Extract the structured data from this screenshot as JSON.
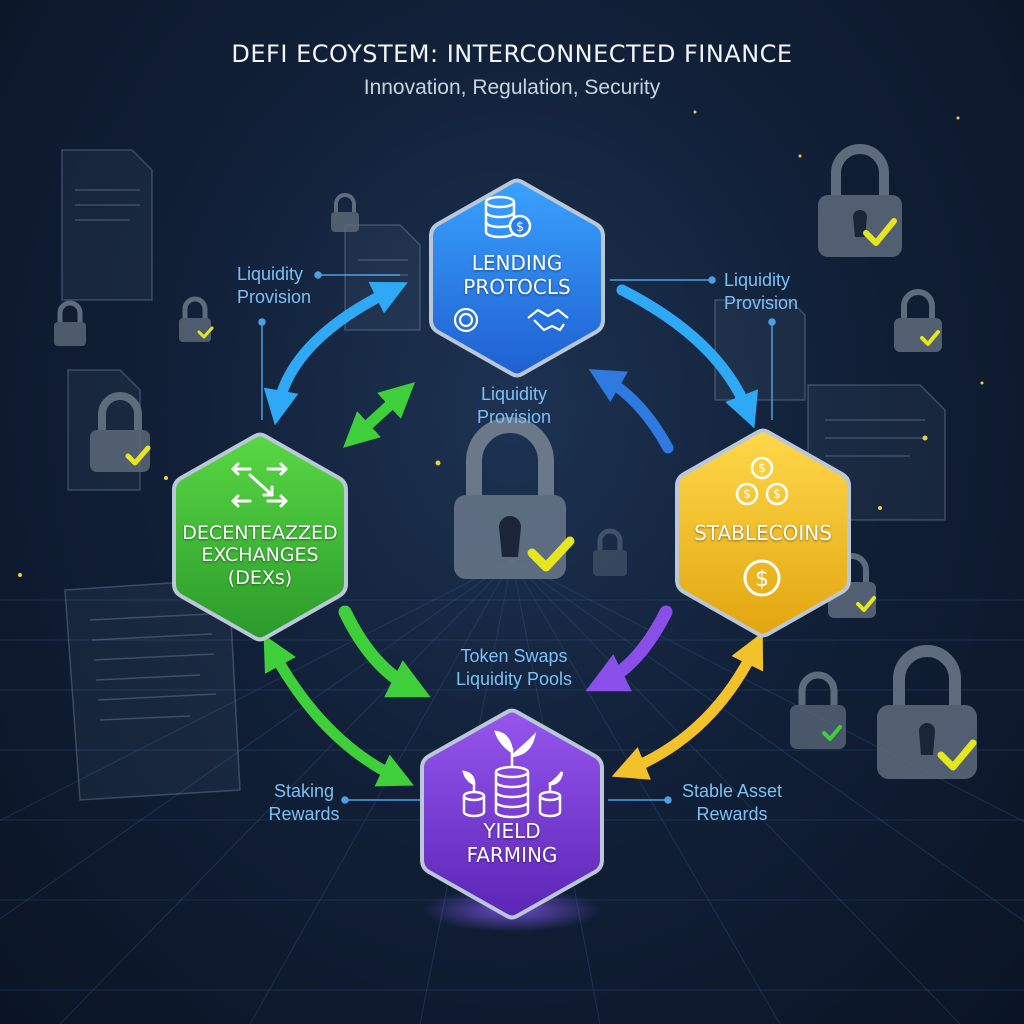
{
  "header": {
    "title": "DEFI ECOYSTEM: INTERCONNECTED FINANCE",
    "subtitle": "Innovation, Regulation, Security"
  },
  "nodes": {
    "lending": {
      "line1": "LENDING",
      "line2": "PROTOCLS",
      "color": "#2f86ea",
      "icon": "coin-stack-icon"
    },
    "dex": {
      "line1": "DECENTEAZZED",
      "line2": "EXCHANGES",
      "line3": "(DEXs)",
      "color": "#3fc13a",
      "icon": "swap-arrows-icon"
    },
    "stablecoins": {
      "line1": "STABLECOINS",
      "color": "#f2c22a",
      "icon": "dollar-coins-icon"
    },
    "yield": {
      "line1": "YIELD",
      "line2": "FARMING",
      "color": "#7c3fd6",
      "icon": "plant-coins-icon"
    }
  },
  "flows": {
    "top_left": {
      "line1": "Liquidity",
      "line2": "Provision"
    },
    "top_right": {
      "line1": "Liquidity",
      "line2": "Provision"
    },
    "center_top": {
      "line1": "Liquidity",
      "line2": "Provision"
    },
    "center_bottom": {
      "line1": "Token Swaps",
      "line2": "Liquidity Pools"
    },
    "bottom_left": {
      "line1": "Staking",
      "line2": "Rewards"
    },
    "bottom_right": {
      "line1": "Stable Asset",
      "line2": "Rewards"
    }
  },
  "colors": {
    "background": "#112038",
    "arrow_blue": "#2fa8f5",
    "arrow_green": "#3fcf3a",
    "arrow_yellow": "#f2c22a",
    "arrow_purple": "#8a4fe8",
    "check_yellow": "#e6e61e",
    "flow_text": "#7cc0f5"
  }
}
